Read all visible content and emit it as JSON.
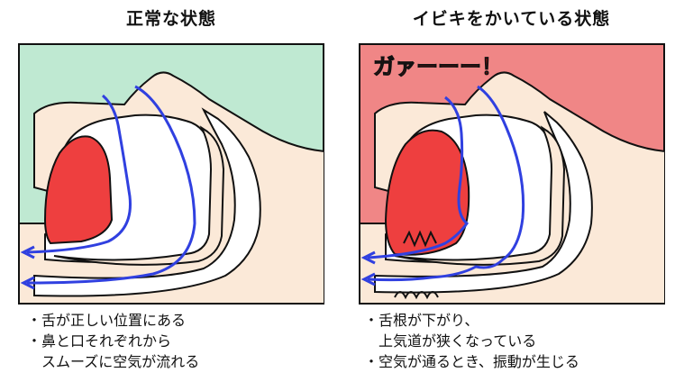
{
  "left": {
    "title": "正常な状態",
    "bg_color": "#bfe9d2",
    "notes": [
      {
        "bullet": "・",
        "text": "舌が正しい位置にある"
      },
      {
        "bullet": "・",
        "text": "鼻と口それぞれから"
      },
      {
        "bullet": "",
        "text": "スムーズに空気が流れる"
      }
    ]
  },
  "right": {
    "title": "イビキをかいている状態",
    "bg_color": "#f08686",
    "shout": "ガァーーー！",
    "notes": [
      {
        "bullet": "・",
        "text": "舌根が下がり、"
      },
      {
        "bullet": "",
        "text": "上気道が狭くなっている"
      },
      {
        "bullet": "・",
        "text": "空気が通るとき、振動が生じる"
      }
    ]
  },
  "colors": {
    "skin": "#fbe9d8",
    "tongue": "#ee3f3f",
    "airflow": "#3040e0",
    "outline": "#111111"
  }
}
